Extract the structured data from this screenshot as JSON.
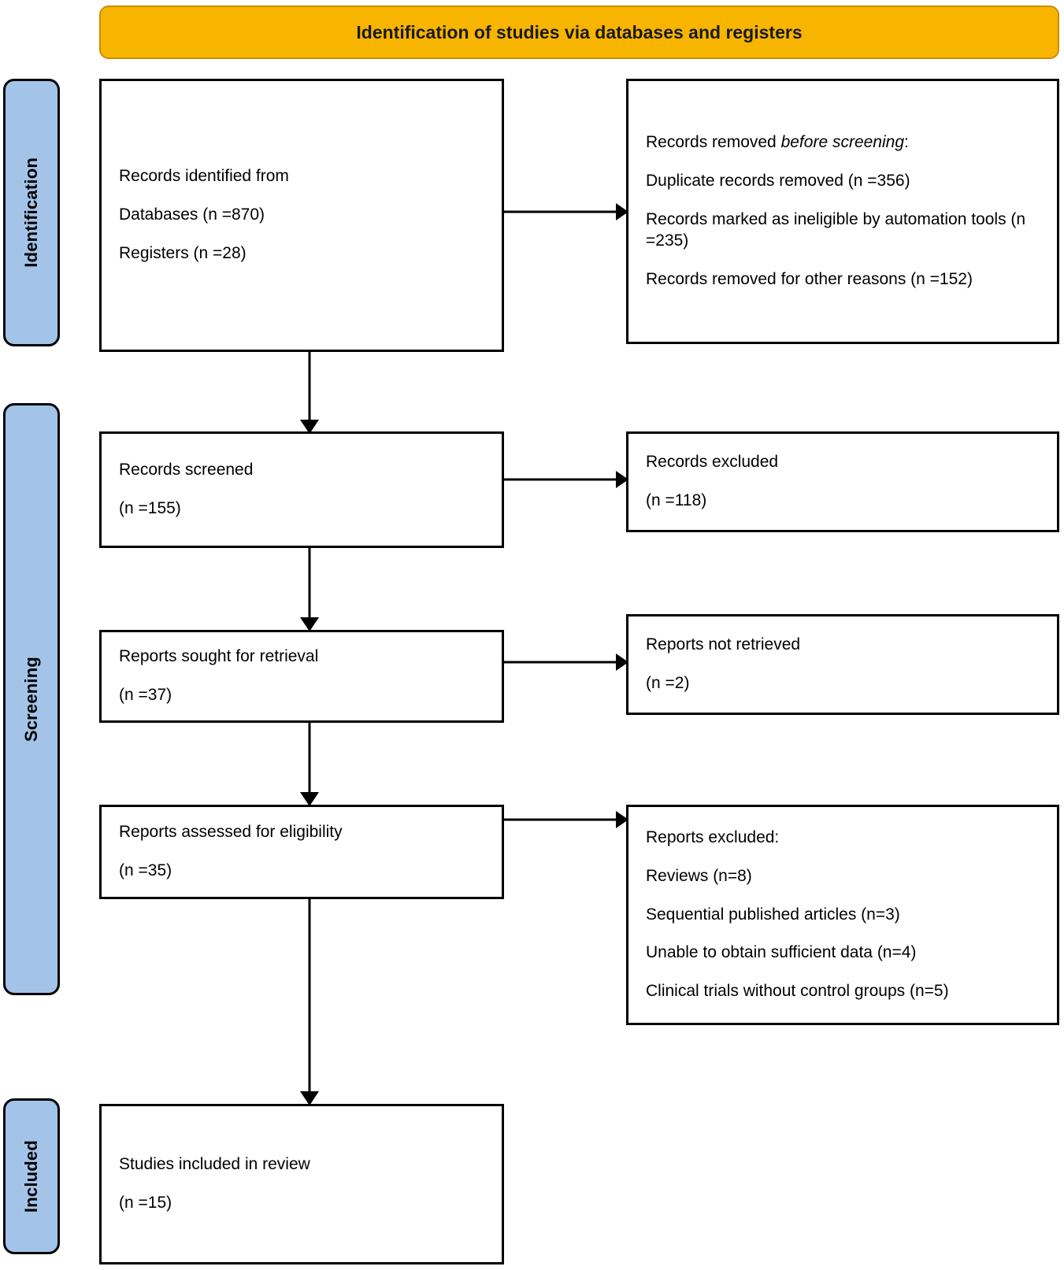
{
  "header": {
    "title": "Identification of studies via databases and registers",
    "bg_color": "#f7b500"
  },
  "stages": [
    {
      "id": "identification",
      "label": "Identification",
      "color": "#a3c4e8"
    },
    {
      "id": "screening",
      "label": "Screening",
      "color": "#a3c4e8"
    },
    {
      "id": "included",
      "label": "Included",
      "color": "#a3c4e8"
    }
  ],
  "nodes": {
    "records_identified": {
      "lines": [
        "Records identified from",
        "Databases (n =870)",
        "Registers (n =28)"
      ]
    },
    "records_removed": {
      "lines_html": [
        "Records removed <em>before screening</em>:",
        "Duplicate records removed (n =356)",
        "Records marked as ineligible by automation tools (n =235)",
        "Records removed for other reasons (n =152)"
      ]
    },
    "records_screened": {
      "lines": [
        "Records screened",
        "(n =155)"
      ]
    },
    "records_excluded": {
      "lines": [
        "Records excluded",
        "(n =118)"
      ]
    },
    "reports_sought": {
      "lines": [
        "Reports sought for retrieval",
        "(n =37)"
      ]
    },
    "reports_not_retrieved": {
      "lines": [
        "Reports not retrieved",
        "(n =2)"
      ]
    },
    "reports_assessed": {
      "lines": [
        "Reports assessed for eligibility",
        "(n =35)"
      ]
    },
    "reports_excluded": {
      "lines": [
        "Reports excluded:",
        "Reviews (n=8)",
        "Sequential published articles (n=3)",
        "Unable to obtain sufficient data (n=4)",
        "Clinical trials without control groups (n=5)"
      ]
    },
    "studies_included": {
      "lines": [
        "Studies included in review",
        "(n =15)"
      ]
    }
  },
  "chart_data": {
    "type": "diagram",
    "title": "Identification of studies via databases and registers",
    "diagram_kind": "PRISMA 2020 flow diagram",
    "stages": [
      "Identification",
      "Screening",
      "Included"
    ],
    "counts": {
      "databases": 870,
      "registers": 28,
      "duplicate_records_removed": 356,
      "marked_ineligible_by_automation_tools": 235,
      "removed_for_other_reasons": 152,
      "records_screened": 155,
      "records_excluded": 118,
      "reports_sought_for_retrieval": 37,
      "reports_not_retrieved": 2,
      "reports_assessed_for_eligibility": 35,
      "reports_excluded_reviews": 8,
      "reports_excluded_sequential_published_articles": 3,
      "reports_excluded_unable_to_obtain_sufficient_data": 4,
      "reports_excluded_clinical_trials_without_control_groups": 5,
      "studies_included_in_review": 15
    }
  }
}
